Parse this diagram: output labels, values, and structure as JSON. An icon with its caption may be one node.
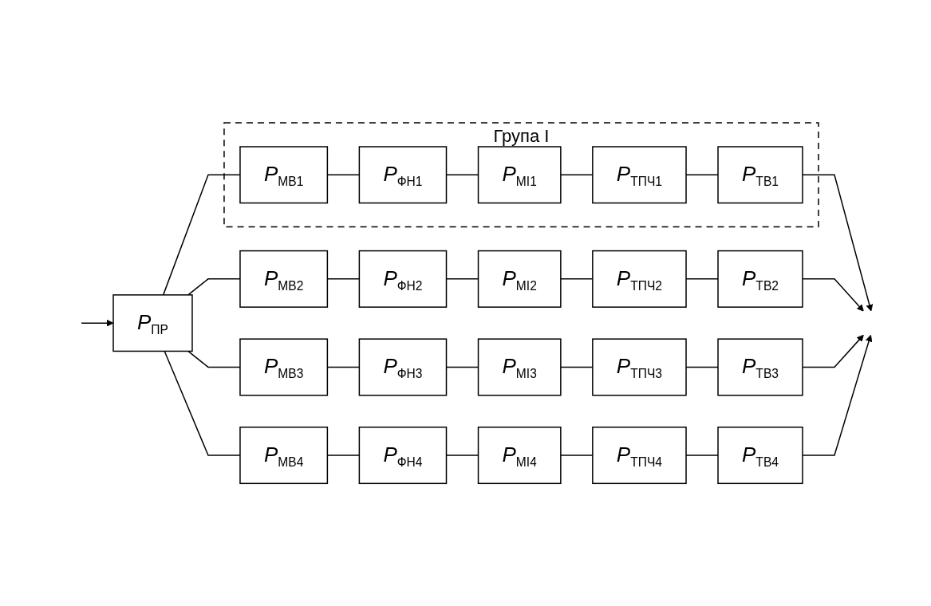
{
  "diagram": {
    "nodes": [
      {
        "text": [
          "*P*$_{ПР}$"
        ]
      },
      {
        "text": [
          "Група І"
        ]
      },
      {
        "text": [
          "*P*$_{МВ1}$"
        ],
        "in": 1
      },
      {
        "text": [
          "*P*$_{ФН1}$"
        ],
        "in": 1
      },
      {
        "text": [
          "*P*$_{МІ1}$"
        ],
        "in": 1
      },
      {
        "text": [
          "*P*$_{ТПЧ1}$"
        ],
        "in": 1
      },
      {
        "text": [
          "*P*$_{ТВ1}$"
        ],
        "in": 1
      },
      {
        "text": [
          "*P*$_{МВ2}$"
        ]
      },
      {
        "text": [
          "*P*$_{ФН2}$"
        ]
      },
      {
        "text": [
          "*P*$_{МІ2}$"
        ]
      },
      {
        "text": [
          "*P*$_{ТПЧ2}$"
        ]
      },
      {
        "text": [
          "*P*$_{ТВ2}$"
        ]
      },
      {
        "text": [
          "*P*$_{МВ3}$"
        ]
      },
      {
        "text": [
          "*P*$_{ФН3}$"
        ]
      },
      {
        "text": [
          "*P*$_{МІ3}$"
        ]
      },
      {
        "text": [
          "*P*$_{ТПЧ3}$"
        ]
      },
      {
        "text": [
          "*P*$_{ТВ3}$"
        ]
      },
      {
        "text": [
          "*P*$_{МВ4}$"
        ]
      },
      {
        "text": [
          "*P*$_{ФН4}$"
        ]
      },
      {
        "text": [
          "*P*$_{МІ4}$"
        ]
      },
      {
        "text": [
          "*P*$_{ТПЧ4}$"
        ]
      },
      {
        "text": [
          "*P*$_{ТВ4}$"
        ]
      }
    ],
    "edges": [
      {
        "from": null,
        "to": 0,
        "arrow": "to"
      },
      {
        "from": 0,
        "to": 2,
        "arrow": "none"
      },
      {
        "from": 0,
        "to": 7,
        "arrow": "none"
      },
      {
        "from": 0,
        "to": 12,
        "arrow": "none"
      },
      {
        "from": 0,
        "to": 17,
        "arrow": "none"
      },
      {
        "from": 2,
        "to": 3,
        "arrow": "none"
      },
      {
        "from": 3,
        "to": 4,
        "arrow": "none"
      },
      {
        "from": 4,
        "to": 5,
        "arrow": "none"
      },
      {
        "from": 5,
        "to": 6,
        "arrow": "none"
      },
      {
        "from": 7,
        "to": 8,
        "arrow": "none"
      },
      {
        "from": 8,
        "to": 9,
        "arrow": "none"
      },
      {
        "from": 9,
        "to": 10,
        "arrow": "none"
      },
      {
        "from": 10,
        "to": 11,
        "arrow": "none"
      },
      {
        "from": 12,
        "to": 13,
        "arrow": "none"
      },
      {
        "from": 13,
        "to": 14,
        "arrow": "none"
      },
      {
        "from": 14,
        "to": 15,
        "arrow": "none"
      },
      {
        "from": 15,
        "to": 16,
        "arrow": "none"
      },
      {
        "from": 17,
        "to": 18,
        "arrow": "none"
      },
      {
        "from": 18,
        "to": 19,
        "arrow": "none"
      },
      {
        "from": 19,
        "to": 20,
        "arrow": "none"
      },
      {
        "from": 20,
        "to": 21,
        "arrow": "none"
      },
      {
        "from": 6,
        "to": null,
        "arrow": "to"
      },
      {
        "from": 11,
        "to": null,
        "arrow": "to"
      },
      {
        "from": 16,
        "to": null,
        "arrow": "to"
      },
      {
        "from": 21,
        "to": null,
        "arrow": "to"
      }
    ]
  }
}
